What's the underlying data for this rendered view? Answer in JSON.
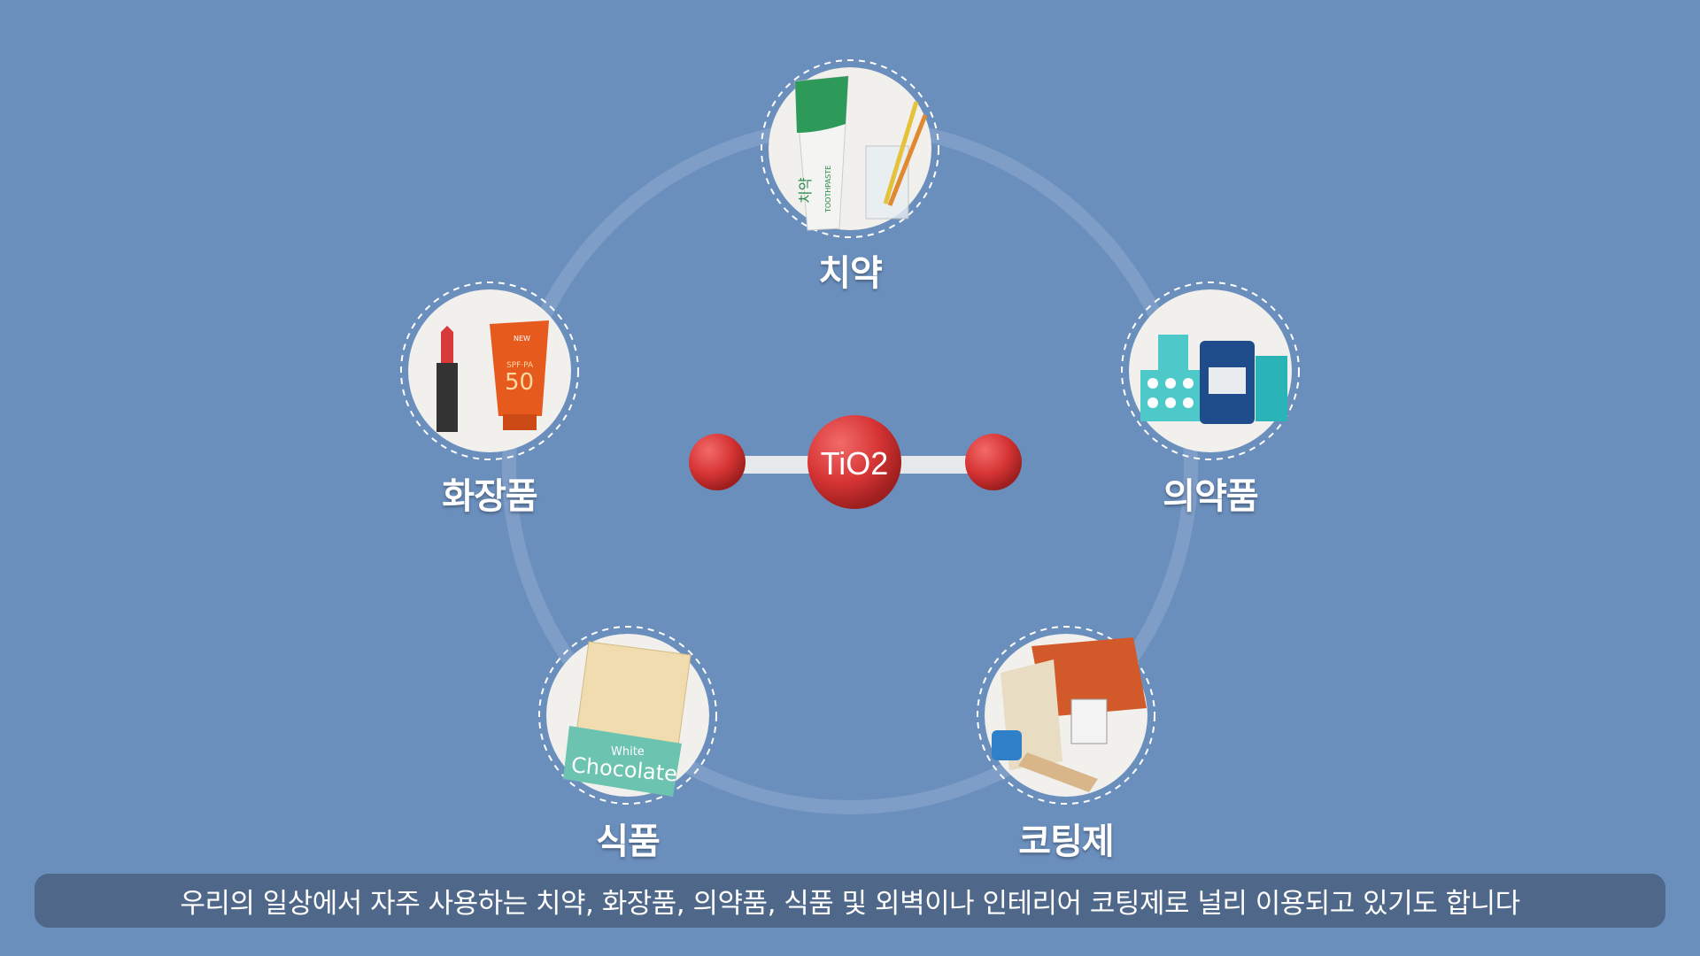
{
  "center": {
    "formula": "TiO2"
  },
  "items": [
    {
      "label": "치약",
      "icon": "toothpaste-icon",
      "art_text": [
        "치약",
        "TOOTHPASTE"
      ]
    },
    {
      "label": "화장품",
      "icon": "cosmetics-icon",
      "art_text": [
        "NEW",
        "SPF·PA",
        "50"
      ]
    },
    {
      "label": "의약품",
      "icon": "medicine-icon"
    },
    {
      "label": "식품",
      "icon": "chocolate-icon",
      "art_text": [
        "White",
        "Chocolate"
      ]
    },
    {
      "label": "코팅제",
      "icon": "coating-materials-icon"
    }
  ],
  "subtitle": "우리의 일상에서 자주 사용하는 치약, 화장품, 의약품, 식품 및 외벽이나 인테리어 코팅제로 널리 이용되고 있기도 합니다",
  "colors": {
    "background": "#6b8fbd",
    "atom": "#d93a3a",
    "subtitle_bar": "#4f6889"
  }
}
